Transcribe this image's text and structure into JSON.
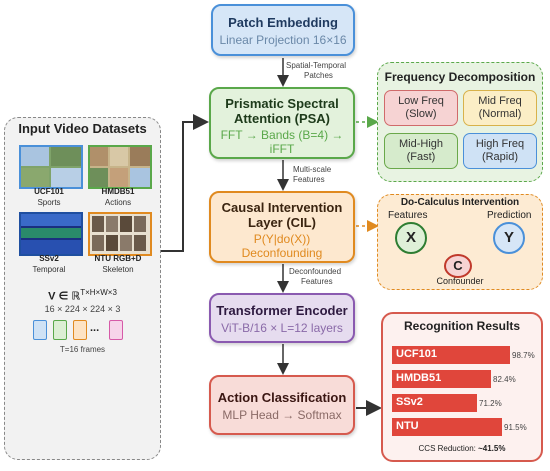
{
  "pipeline": {
    "patch": {
      "title": "Patch Embedding",
      "sub": "Linear Projection 16×16"
    },
    "psa": {
      "title1": "Prismatic Spectral",
      "title2": "Attention (PSA)",
      "sub1": "FFT → Bands (B=4) →",
      "sub2": "iFFT"
    },
    "cil": {
      "title1": "Causal Intervention",
      "title2": "Layer (CIL)",
      "sub1": "P(Y|do(X))",
      "sub2": "Deconfounding"
    },
    "transformer": {
      "title": "Transformer Encoder",
      "sub": "ViT-B/16 × L=12 layers"
    },
    "action": {
      "title": "Action Classification",
      "sub": "MLP Head → Softmax"
    }
  },
  "edge_labels": {
    "patch_psa_1": "Spatial-Temporal",
    "patch_psa_2": "Patches",
    "psa_cil_1": "Multi-scale",
    "psa_cil_2": "Features",
    "cil_trans_1": "Deconfounded",
    "cil_trans_2": "Features"
  },
  "input_panel": {
    "title": "Input Video Datasets",
    "datasets": [
      {
        "name": "UCF101",
        "desc": "Sports"
      },
      {
        "name": "HMDB51",
        "desc": "Actions"
      },
      {
        "name": "SSv2",
        "desc": "Temporal"
      },
      {
        "name": "NTU RGB+D",
        "desc": "Skeleton"
      }
    ],
    "formula_main": "V ∈ ℝ",
    "formula_sup": "T×H×W×3",
    "dims": "16 × 224 × 224 × 3",
    "ellipsis": "...",
    "frames_label": "T=16 frames"
  },
  "frequency": {
    "title": "Frequency Decomposition",
    "bands": [
      {
        "l1": "Low Freq",
        "l2": "(Slow)"
      },
      {
        "l1": "Mid Freq",
        "l2": "(Normal)"
      },
      {
        "l1": "Mid-High",
        "l2": "(Fast)"
      },
      {
        "l1": "High Freq",
        "l2": "(Rapid)"
      }
    ]
  },
  "docalc": {
    "title": "Do-Calculus Intervention",
    "features": "Features",
    "prediction": "Prediction",
    "x": "X",
    "y": "Y",
    "c": "C",
    "confounder": "Confounder"
  },
  "results": {
    "title": "Recognition Results",
    "items": [
      {
        "name": "UCF101",
        "value": 98.7,
        "label": "98.7%"
      },
      {
        "name": "HMDB51",
        "value": 82.4,
        "label": "82.4%"
      },
      {
        "name": "SSv2",
        "value": 71.2,
        "label": "71.2%"
      },
      {
        "name": "NTU",
        "value": 91.5,
        "label": "91.5%"
      }
    ],
    "footer_prefix": "CCS Reduction: ",
    "footer_value": "~41.5%"
  },
  "colors": {
    "blue_fill": "#d6e6f7",
    "blue_border": "#4a90d9",
    "green_fill": "#e3f2dc",
    "green_border": "#5aa84a",
    "orange_fill": "#fde8cf",
    "orange_border": "#e08a20",
    "purple_fill": "#e6dcef",
    "purple_border": "#8a5ab0",
    "red_fill": "#f8dcd8",
    "red_border": "#d65a4e",
    "bar": "#e0463b"
  }
}
